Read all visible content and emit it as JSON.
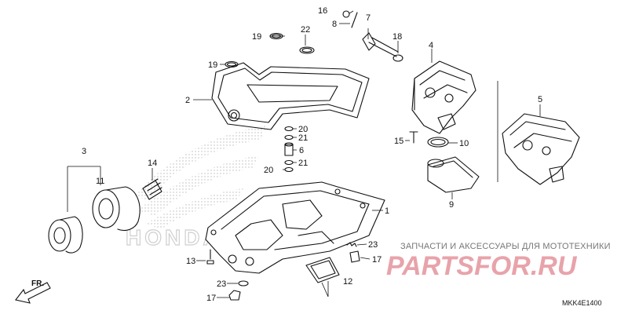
{
  "diagram": {
    "code": "MKK4E1400",
    "front_label": "FR.",
    "labels": [
      {
        "id": "1",
        "text": "1"
      },
      {
        "id": "2",
        "text": "2"
      },
      {
        "id": "3",
        "text": "3"
      },
      {
        "id": "4",
        "text": "4"
      },
      {
        "id": "5",
        "text": "5"
      },
      {
        "id": "6",
        "text": "6"
      },
      {
        "id": "7",
        "text": "7"
      },
      {
        "id": "8",
        "text": "8"
      },
      {
        "id": "9",
        "text": "9"
      },
      {
        "id": "10",
        "text": "10"
      },
      {
        "id": "11",
        "text": "11"
      },
      {
        "id": "12",
        "text": "12"
      },
      {
        "id": "13",
        "text": "13"
      },
      {
        "id": "14",
        "text": "14"
      },
      {
        "id": "15",
        "text": "15"
      },
      {
        "id": "16",
        "text": "16"
      },
      {
        "id": "17a",
        "text": "17"
      },
      {
        "id": "17b",
        "text": "17"
      },
      {
        "id": "18",
        "text": "18"
      },
      {
        "id": "19a",
        "text": "19"
      },
      {
        "id": "19b",
        "text": "19"
      },
      {
        "id": "20a",
        "text": "20"
      },
      {
        "id": "20b",
        "text": "20"
      },
      {
        "id": "21a",
        "text": "21"
      },
      {
        "id": "21b",
        "text": "21"
      },
      {
        "id": "22",
        "text": "22"
      },
      {
        "id": "23a",
        "text": "23"
      },
      {
        "id": "23b",
        "text": "23"
      }
    ]
  },
  "watermark": {
    "store_text": "ЗАПЧАСТИ И АКСЕССУАРЫ ДЛЯ МОТОТЕХНИКИ",
    "logo_text": "PARTSFOR.RU",
    "honda_text": "HONDA"
  }
}
